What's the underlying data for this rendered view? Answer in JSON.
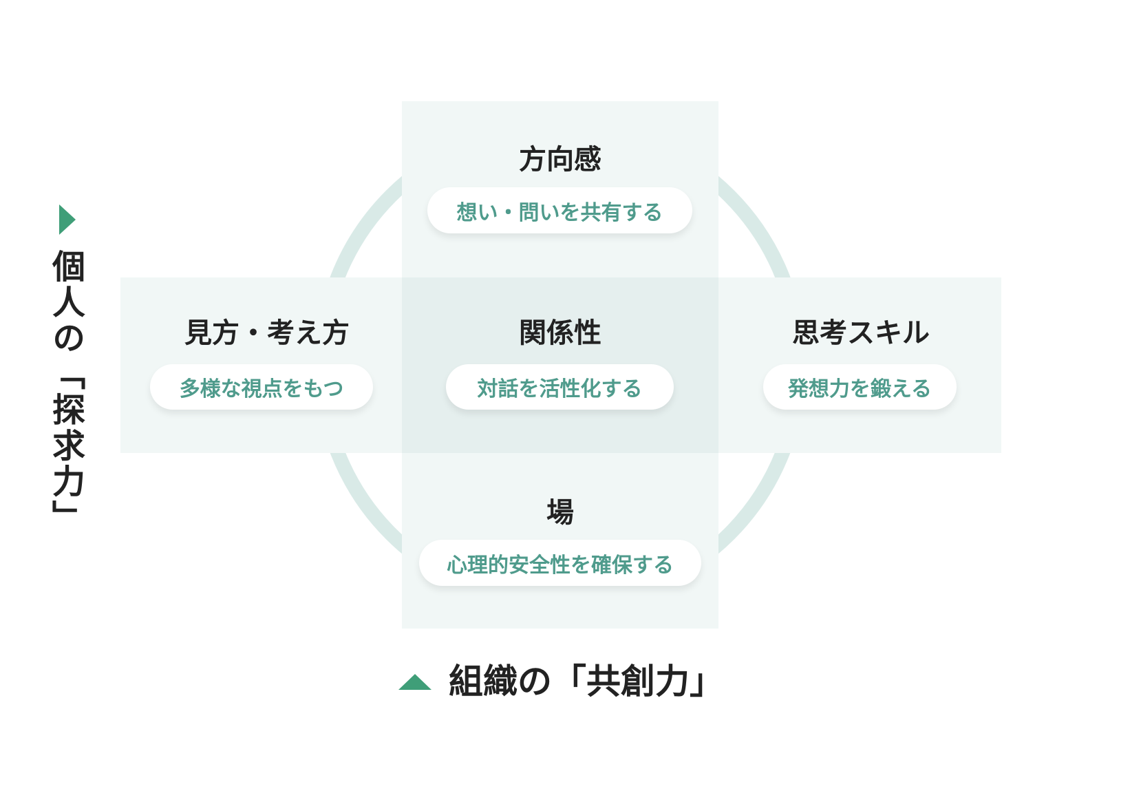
{
  "axes": {
    "vertical_label": "個人の「探求力」",
    "horizontal_label": "組織の「共創力」"
  },
  "quadrants": {
    "top": {
      "title": "方向感",
      "action": "想い・問いを共有する"
    },
    "left": {
      "title": "見方・考え方",
      "action": "多様な視点をもつ"
    },
    "center": {
      "title": "関係性",
      "action": "対話を活性化する"
    },
    "right": {
      "title": "思考スキル",
      "action": "発想力を鍛える"
    },
    "bottom": {
      "title": "場",
      "action": "心理的安全性を確保する"
    }
  },
  "colors": {
    "accent": "#3f9e78",
    "pill_text": "#4f9b8c",
    "band": "#f1f7f6",
    "ring": "#d9eae7"
  }
}
